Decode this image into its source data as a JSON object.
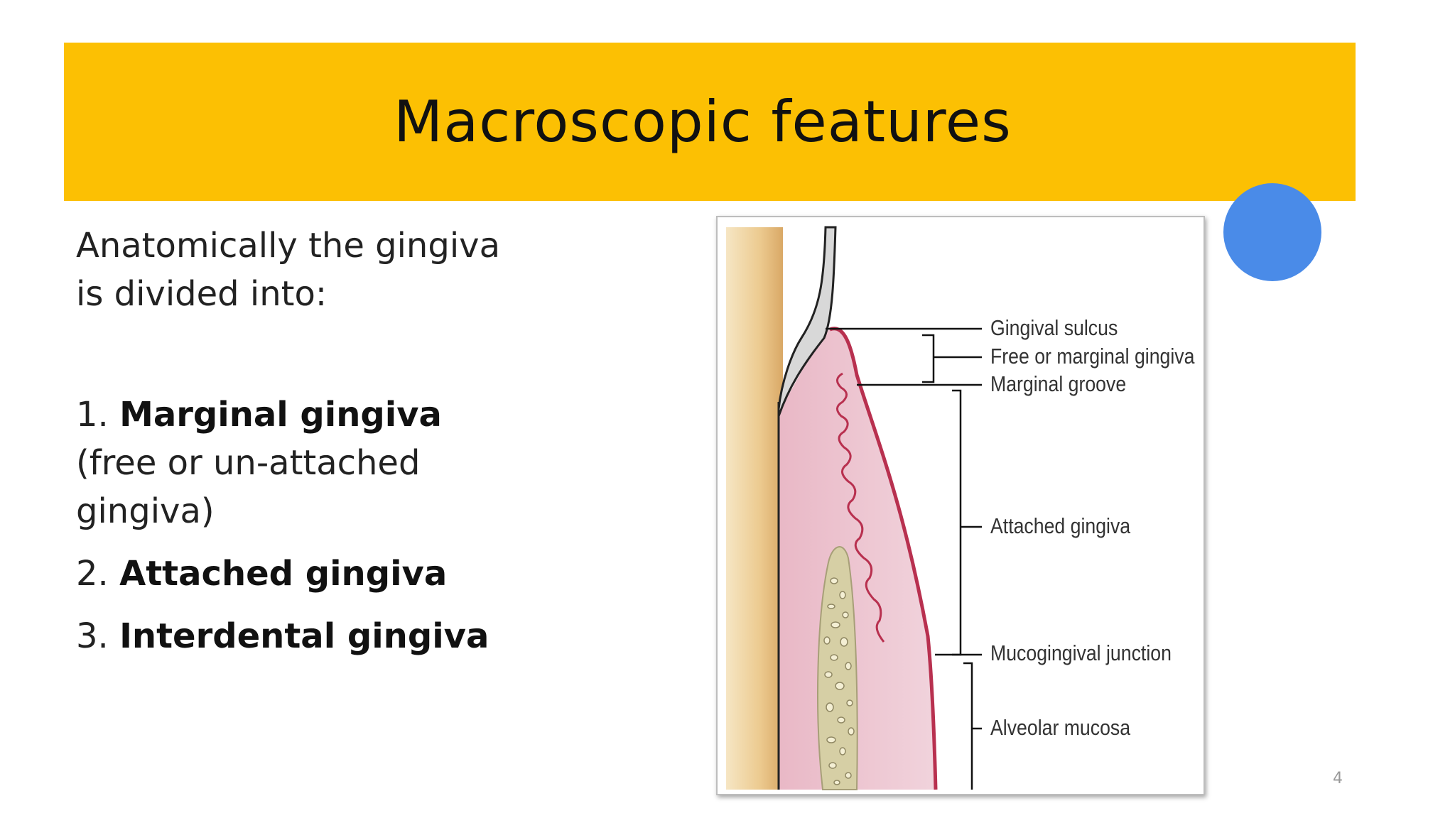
{
  "slide": {
    "title": "Macroscopic features",
    "intro_line1": "Anatomically the gingiva",
    "intro_line2": "is divided into:",
    "items": [
      {
        "number": "1. ",
        "bold": "Marginal gingiva",
        "rest": " (free or un-attached gingiva)"
      },
      {
        "number": "2. ",
        "bold": "Attached gingiva",
        "rest": ""
      },
      {
        "number": "3. ",
        "bold": "Interdental gingiva",
        "rest": ""
      }
    ],
    "page_number": "4"
  },
  "figure": {
    "labels": {
      "gingival_sulcus": "Gingival sulcus",
      "free_marginal": "Free or marginal gingiva",
      "marginal_groove": "Marginal groove",
      "attached": "Attached gingiva",
      "mucogingival": "Mucogingival junction",
      "alveolar": "Alveolar mucosa"
    }
  },
  "colors": {
    "title_bar": "#fcc003",
    "accent_circle": "#4a8be8",
    "gingiva_fill": "#efc9d3",
    "gingiva_edge": "#b8304f",
    "tooth": "#ebc98f",
    "bone": "#d6cfa5"
  }
}
